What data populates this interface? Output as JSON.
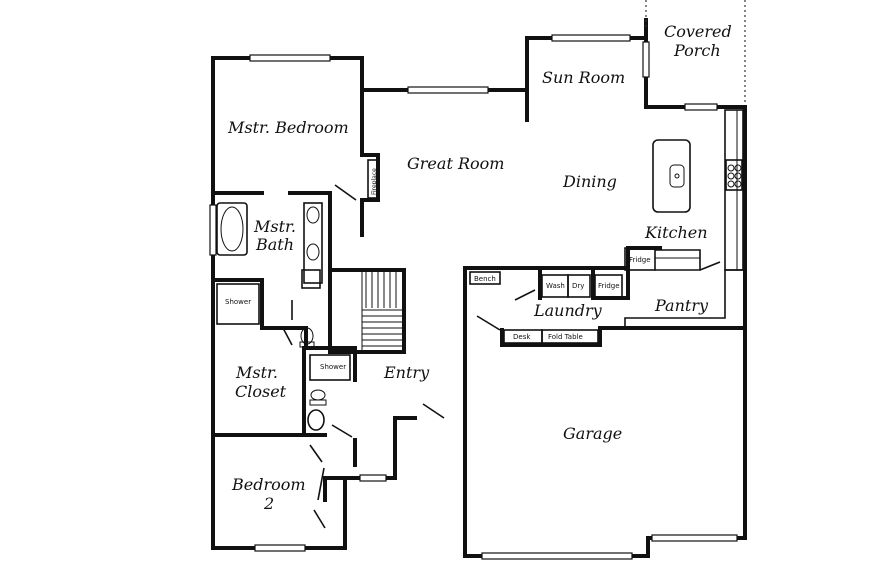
{
  "rooms": {
    "covered_porch_line1": "Covered",
    "covered_porch_line2": "Porch",
    "sun_room": "Sun Room",
    "master_bedroom": "Mstr. Bedroom",
    "great_room": "Great Room",
    "dining": "Dining",
    "kitchen": "Kitchen",
    "master_bath_line1": "Mstr.",
    "master_bath_line2": "Bath",
    "laundry": "Laundry",
    "pantry": "Pantry",
    "entry": "Entry",
    "master_closet_line1": "Mstr.",
    "master_closet_line2": "Closet",
    "garage": "Garage",
    "bedroom2_line1": "Bedroom",
    "bedroom2_line2": "2"
  },
  "fixtures": {
    "fireplace": "Fireplace",
    "shower_master": "Shower",
    "shower_hall": "Shower",
    "fridge_kitchen": "Fridge",
    "fridge_laundry": "Fridge",
    "bench": "Bench",
    "wash": "Wash",
    "dry": "Dry",
    "desk": "Desk",
    "fold_table": "Fold Table"
  }
}
